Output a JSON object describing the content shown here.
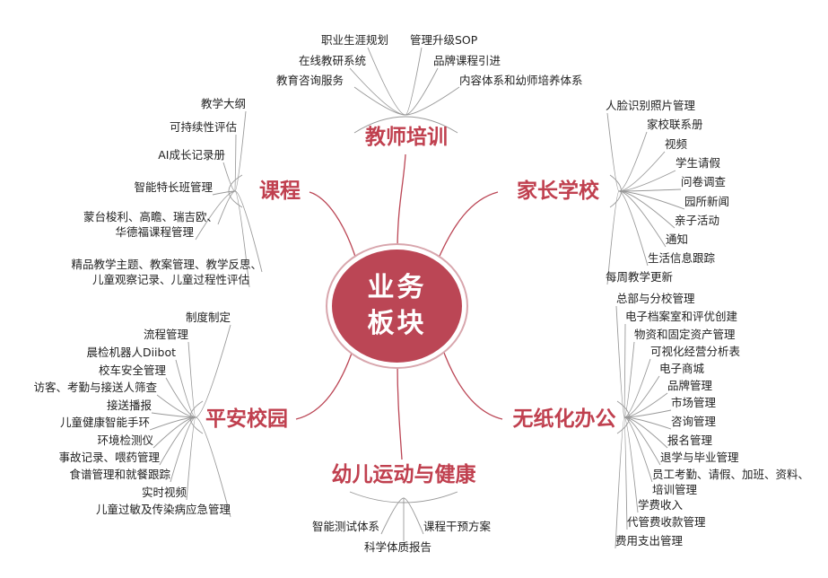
{
  "center": {
    "title": "业务板块"
  },
  "colors": {
    "accent": "#bb4655",
    "category": "#c0404f",
    "text": "#222222",
    "line": "#999999"
  },
  "branches": {
    "teacher": {
      "label": "教师培训",
      "items": [
        "职业生涯规划",
        "管理升级SOP",
        "在线教研系统",
        "品牌课程引进",
        "教育咨询服务",
        "内容体系和幼师培养体系"
      ]
    },
    "curriculum": {
      "label": "课程",
      "items": [
        "教学大纲",
        "可持续性评估",
        "AI成长记录册",
        "智能特长班管理",
        "蒙台梭利、高瞻、瑞吉欧、",
        "华德福课程管理",
        "精品教学主题、教案管理、教学反思、",
        "儿童观察记录、儿童过程性评估"
      ]
    },
    "parents": {
      "label": "家长学校",
      "items": [
        "人脸识别照片管理",
        "家校联系册",
        "视频",
        "学生请假",
        "问卷调查",
        "园所新闻",
        "亲子活动",
        "通知",
        "生活信息跟踪",
        "每周教学更新"
      ]
    },
    "safety": {
      "label": "平安校园",
      "items": [
        "制度制定",
        "流程管理",
        "晨检机器人Diibot",
        "校车安全管理",
        "访客、考勤与接送人筛查",
        "接送播报",
        "儿童健康智能手环",
        "环境检测仪",
        "事故记录、喂药管理",
        "食谱管理和就餐跟踪",
        "实时视频",
        "儿童过敏及传染病应急管理"
      ]
    },
    "sports": {
      "label": "幼儿运动与健康",
      "items": [
        "智能测试体系",
        "课程干预方案",
        "科学体质报告"
      ]
    },
    "office": {
      "label": "无纸化办公",
      "items": [
        "总部与分校管理",
        "电子档案室和评优创建",
        "物资和固定资产管理",
        "可视化经营分析表",
        "电子商城",
        "品牌管理",
        "市场管理",
        "咨询管理",
        "报名管理",
        "退学与毕业管理",
        "员工考勤、请假、加班、资料、",
        "培训管理",
        "学费收入",
        "代管费收款管理",
        "费用支出管理"
      ]
    }
  }
}
